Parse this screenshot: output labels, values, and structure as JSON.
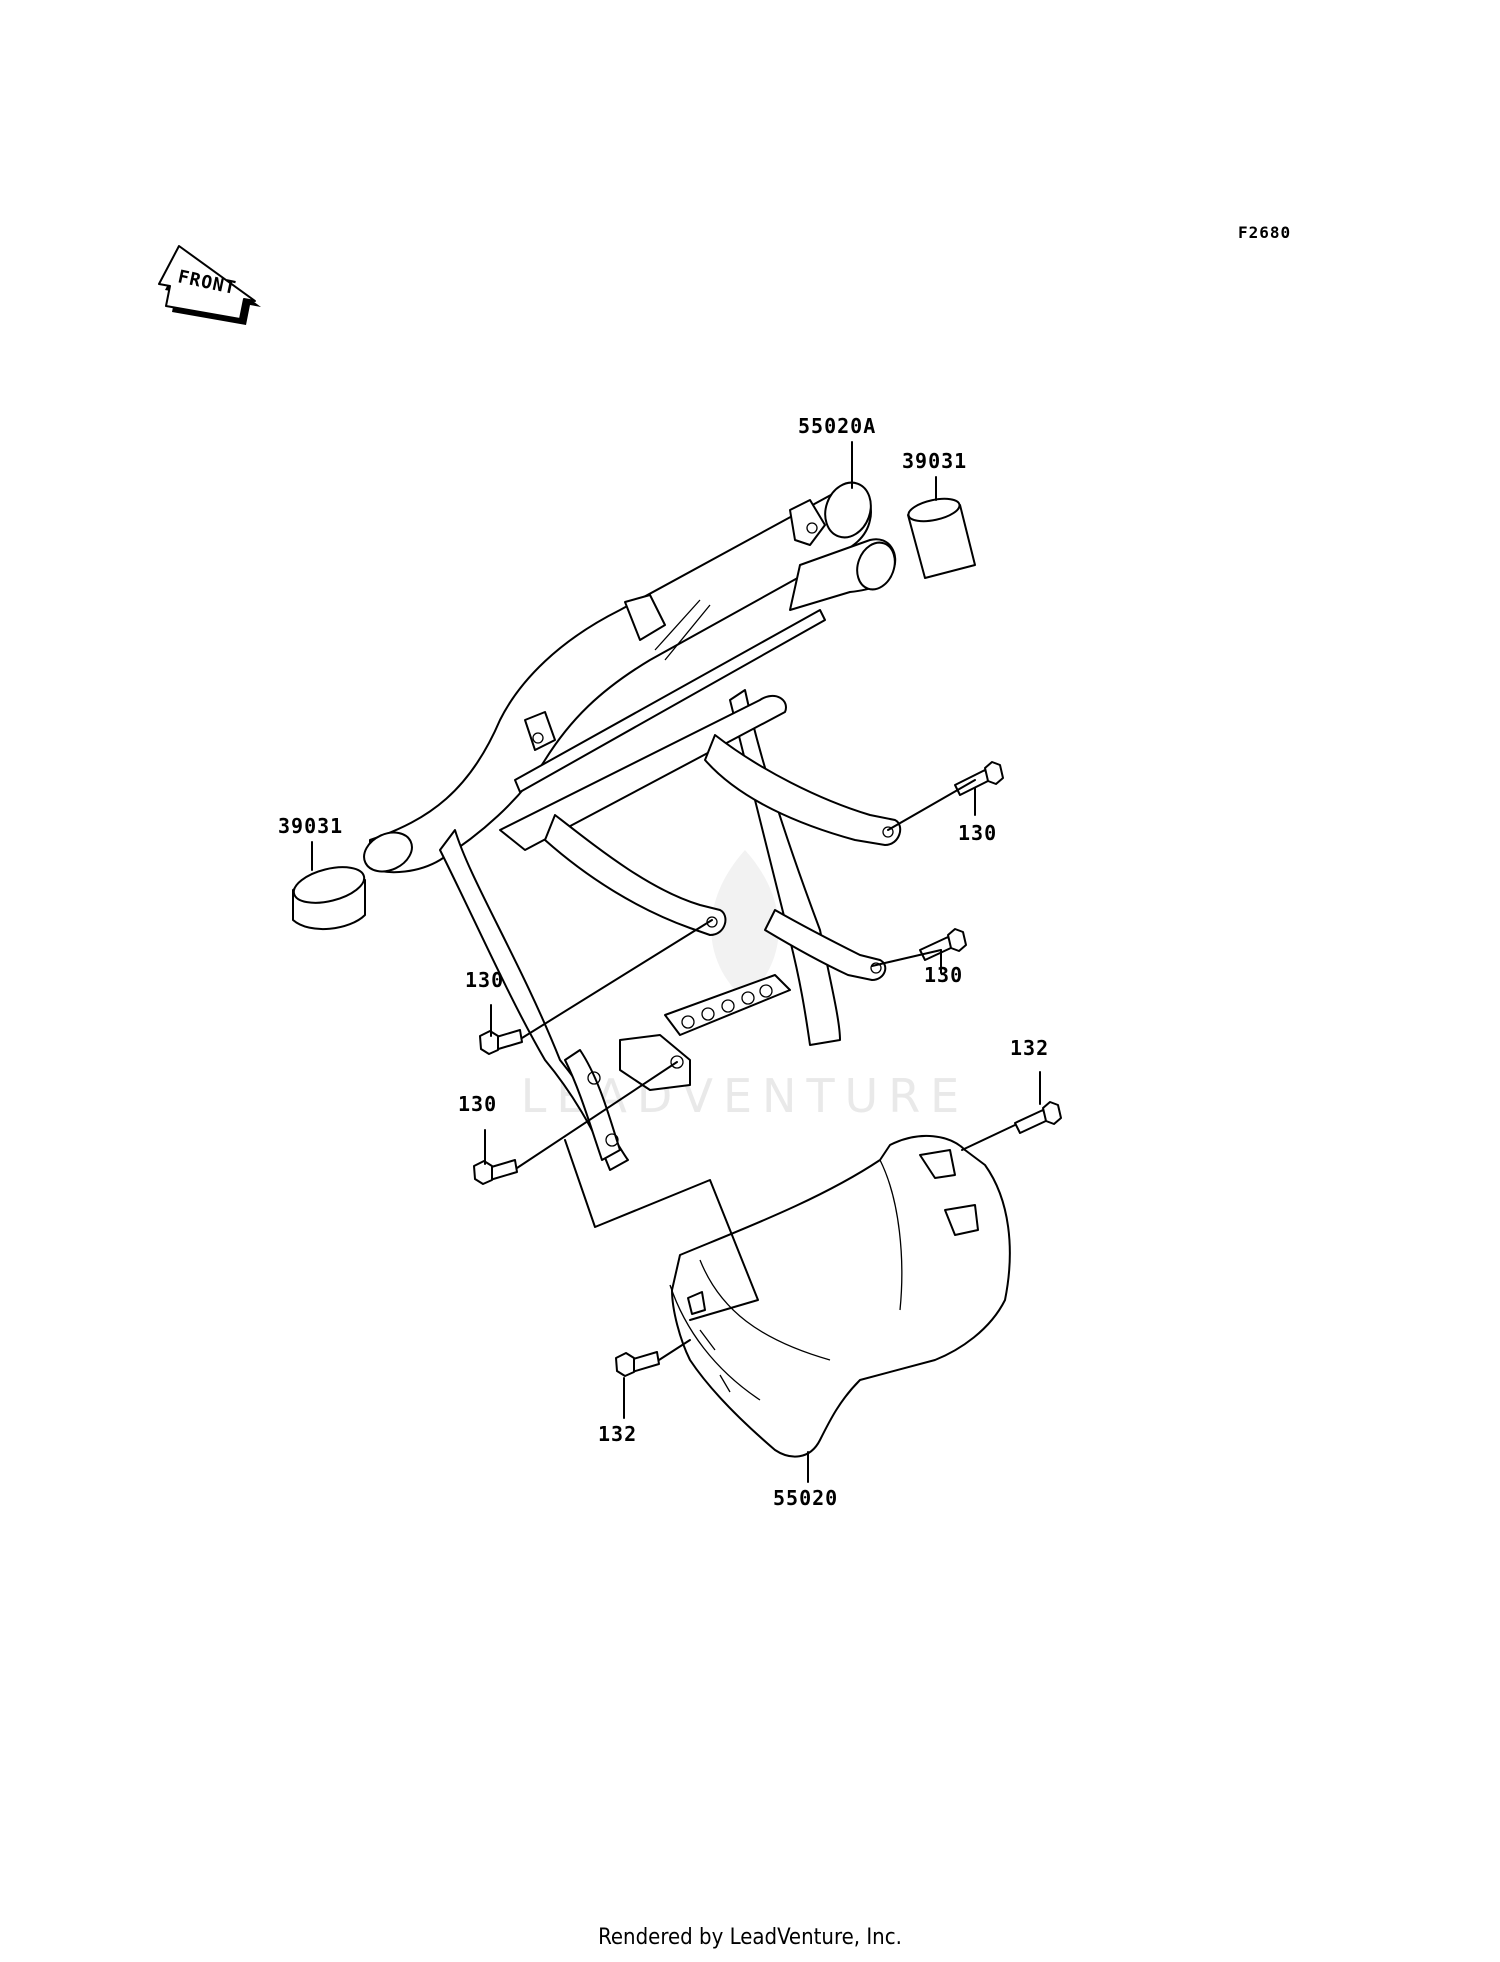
{
  "figure_code": "F2680",
  "front_arrow_text": "FRONT",
  "watermark": "LEADVENTURE",
  "footer": "Rendered by LeadVenture, Inc.",
  "callouts": [
    {
      "id": "guard-frame",
      "part": "55020A",
      "icon": "guard-frame-icon"
    },
    {
      "id": "cap-right",
      "part": "39031",
      "icon": "tube-cap-icon"
    },
    {
      "id": "cap-left",
      "part": "39031",
      "icon": "tube-cap-icon"
    },
    {
      "id": "bolt-right-upper",
      "part": "130",
      "icon": "bolt-icon"
    },
    {
      "id": "bolt-right-lower",
      "part": "130",
      "icon": "bolt-icon"
    },
    {
      "id": "bolt-left-upper",
      "part": "130",
      "icon": "bolt-icon"
    },
    {
      "id": "bolt-left-lower",
      "part": "130",
      "icon": "bolt-icon"
    },
    {
      "id": "bolt-guard-right",
      "part": "132",
      "icon": "bolt-icon"
    },
    {
      "id": "bolt-guard-left",
      "part": "132",
      "icon": "bolt-icon"
    },
    {
      "id": "skid-guard",
      "part": "55020",
      "icon": "skid-plate-icon"
    }
  ]
}
